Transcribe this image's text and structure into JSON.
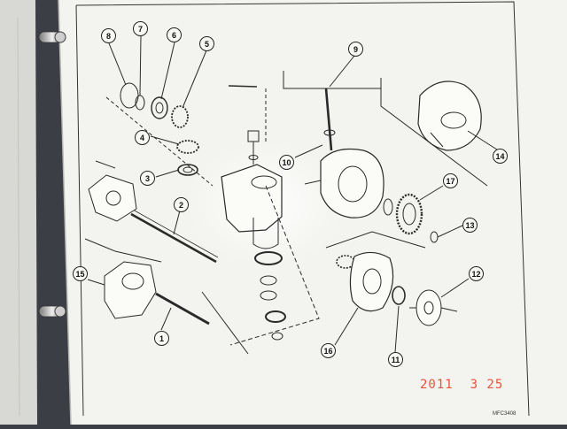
{
  "diagram": {
    "callouts": [
      {
        "id": "c1",
        "label": "1"
      },
      {
        "id": "c2",
        "label": "2"
      },
      {
        "id": "c3",
        "label": "3"
      },
      {
        "id": "c4",
        "label": "4"
      },
      {
        "id": "c5",
        "label": "5"
      },
      {
        "id": "c6",
        "label": "6"
      },
      {
        "id": "c7",
        "label": "7"
      },
      {
        "id": "c8",
        "label": "8"
      },
      {
        "id": "c9",
        "label": "9"
      },
      {
        "id": "c10",
        "label": "10"
      },
      {
        "id": "c11",
        "label": "11"
      },
      {
        "id": "c12",
        "label": "12"
      },
      {
        "id": "c13",
        "label": "13"
      },
      {
        "id": "c14",
        "label": "14"
      },
      {
        "id": "c15",
        "label": "15"
      },
      {
        "id": "c16",
        "label": "16"
      },
      {
        "id": "c17",
        "label": "17"
      }
    ],
    "figure_code": "MFC3408"
  },
  "photo": {
    "date_stamp": "2011  3 25"
  },
  "colors": {
    "paper": "#f3f3ef",
    "ink": "#222222",
    "binder": "#3b3e44",
    "date_stamp": "#e8523c"
  }
}
